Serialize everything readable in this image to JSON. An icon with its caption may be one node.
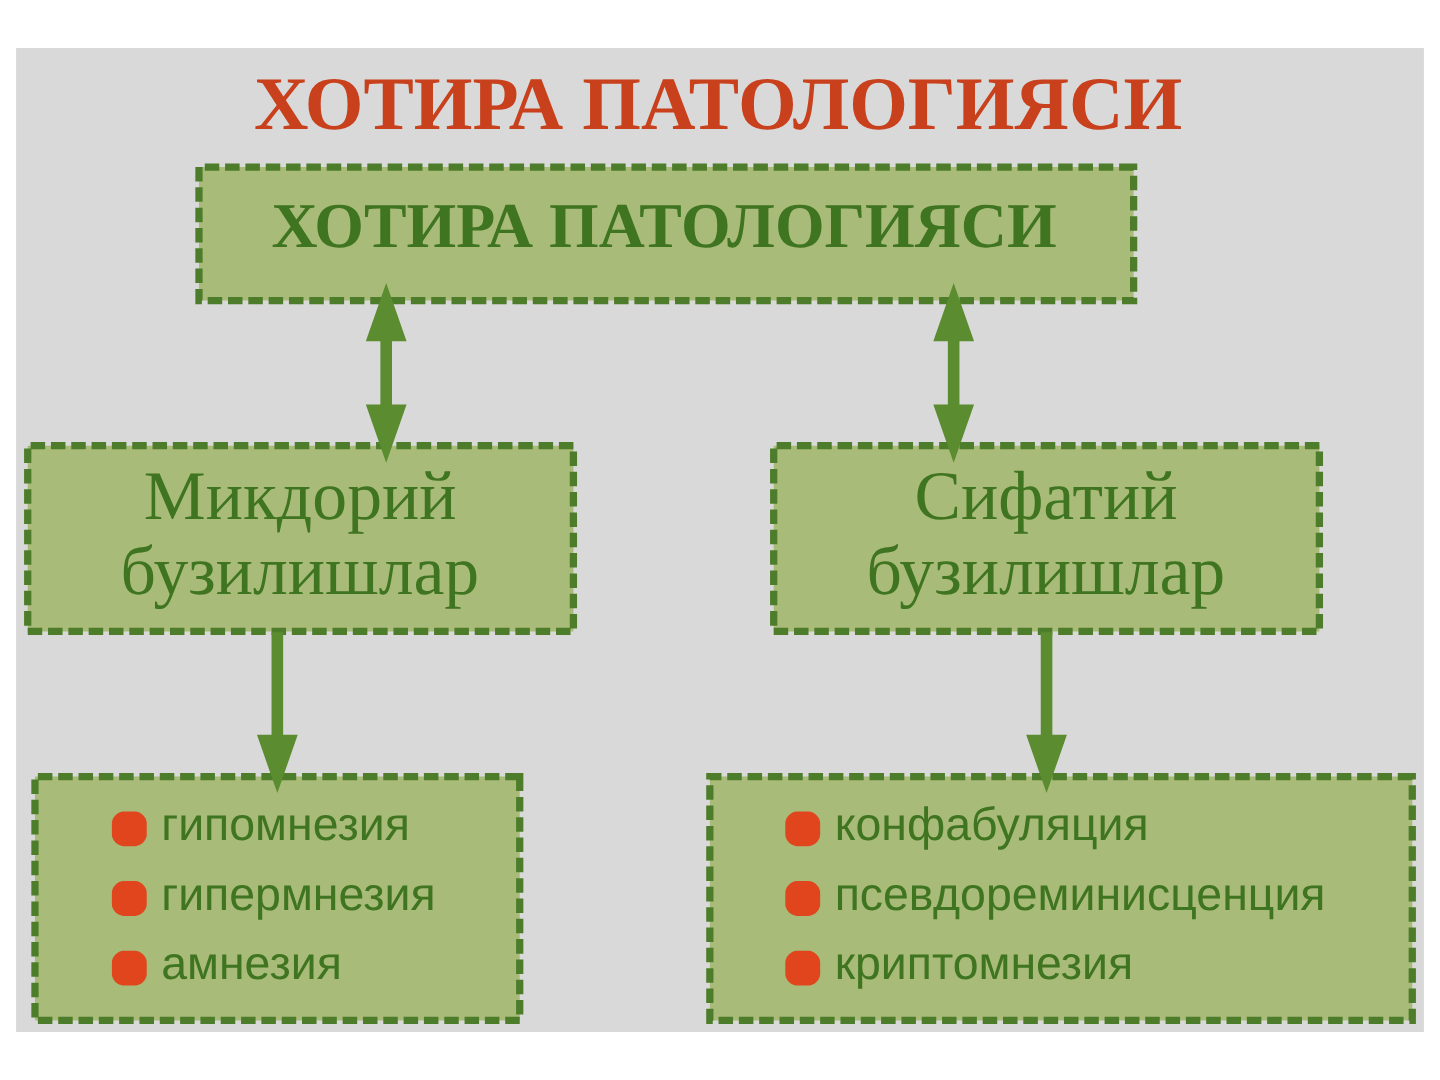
{
  "diagram": {
    "title": "ХОТИРА ПАТОЛОГИЯСИ",
    "nodes": [
      {
        "text": [
          "ХОТИРА ПАТОЛОГИЯСИ"
        ]
      },
      {
        "text": [
          "Микдорий бузилишлар"
        ]
      },
      {
        "text": [
          "Сифатий бузилишлар"
        ]
      },
      {
        "text": [
          "гипомнезия",
          "гипермнезия",
          "амнезия"
        ]
      },
      {
        "text": [
          "конфабуляция",
          "псевдореминисценция",
          "криптомнезия"
        ]
      }
    ],
    "edges": [
      {
        "from": 0,
        "to": 1,
        "arrow": "both"
      },
      {
        "from": 0,
        "to": 2,
        "arrow": "both"
      },
      {
        "from": 1,
        "to": 3,
        "arrow": "to"
      },
      {
        "from": 2,
        "to": 4,
        "arrow": "to"
      }
    ]
  }
}
